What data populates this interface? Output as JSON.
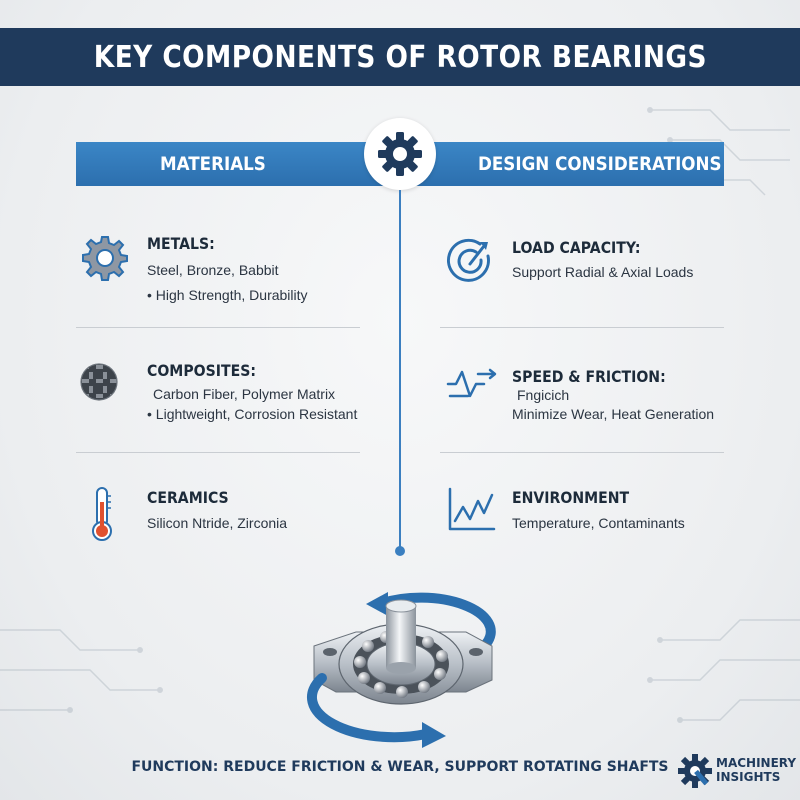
{
  "title": "KEY COMPONENTS OF ROTOR BEARINGS",
  "columns": {
    "left": "MATERIALS",
    "right": "DESIGN CONSIDERATIONS"
  },
  "materials": [
    {
      "icon": "gear-icon",
      "title": "METALS:",
      "line1": "Steel, Bronze, Babbit",
      "line2": "•   High Strength, Durability"
    },
    {
      "icon": "carbon-weave-icon",
      "title": "COMPOSITES:",
      "line1": "Carbon Fiber, Polymer Matrix",
      "line2": "• Lightweight, Corrosion Resistant"
    },
    {
      "icon": "thermometer-icon",
      "title": "CERAMICS",
      "line1": "Silicon Ntride, Zirconia"
    }
  ],
  "design": [
    {
      "icon": "load-gauge-icon",
      "title": "LOAD CAPACITY:",
      "line1": "Support Radial & Axial Loads"
    },
    {
      "icon": "friction-wave-icon",
      "title": "SPEED & FRICTION:",
      "line1": "Fngicich",
      "line2": "Minimize Wear, Heat Generation"
    },
    {
      "icon": "trend-chart-icon",
      "title": "ENVIRONMENT",
      "line1": "Temperature, Contaminants"
    }
  ],
  "footer": "FUNCTION: REDUCE FRICTION & WEAR, SUPPORT ROTATING SHAFTS",
  "logo": {
    "line1": "MACHINERY",
    "line2": "INSIGHTS"
  },
  "colors": {
    "navy": "#1f3a5c",
    "accent_blue": "#2c6fae",
    "line_blue": "#3b7fc0"
  }
}
